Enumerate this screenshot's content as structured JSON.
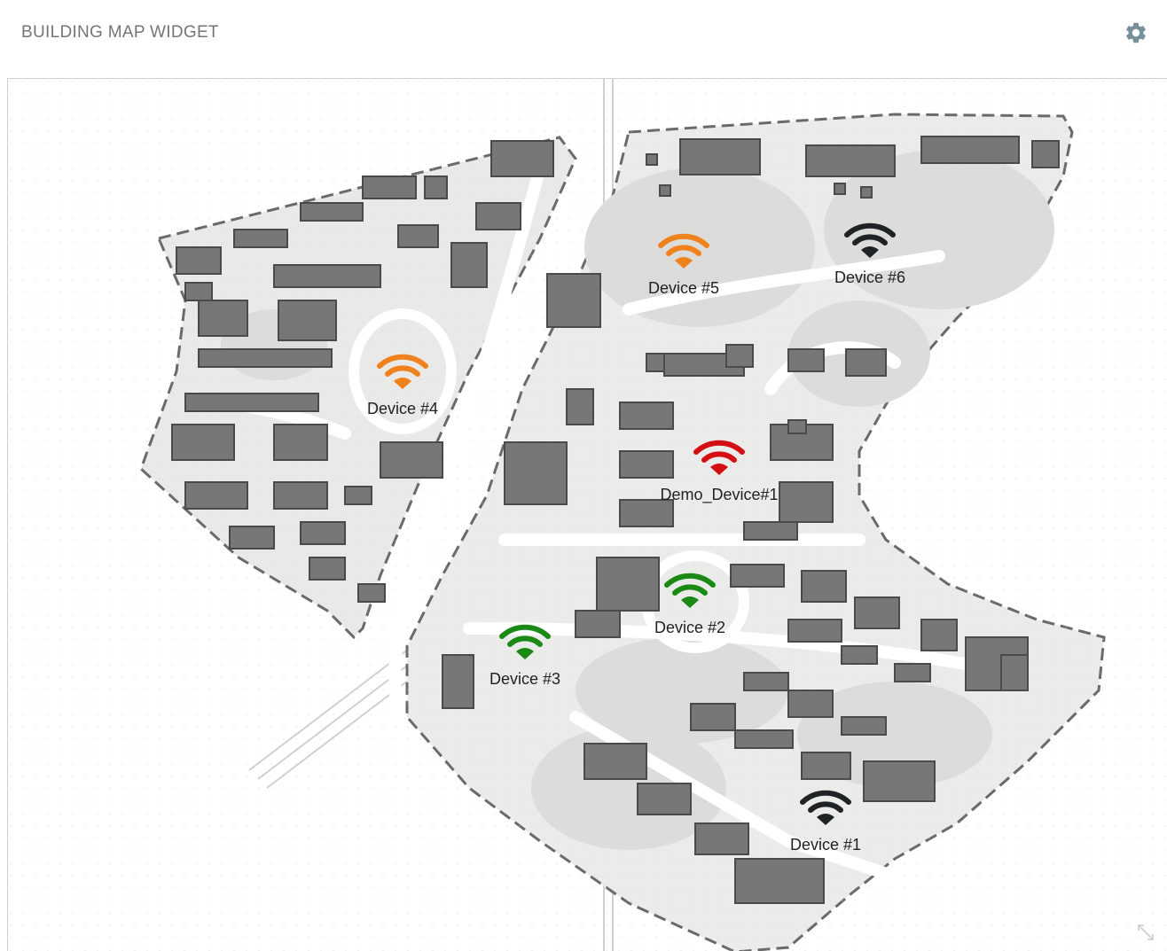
{
  "widget": {
    "title": "BUILDING MAP WIDGET",
    "settings_icon": "gear-icon"
  },
  "colors": {
    "orange": "#f0821e",
    "dark": "#1f2326",
    "red": "#d40f14",
    "green": "#1a8a14"
  },
  "devices": [
    {
      "label": "Device #5",
      "color": "#f0821e",
      "icon": "wifi-icon"
    },
    {
      "label": "Device #6",
      "color": "#1f2326",
      "icon": "wifi-icon"
    },
    {
      "label": "Device #4",
      "color": "#f0821e",
      "icon": "wifi-icon"
    },
    {
      "label": "Demo_Device#1",
      "color": "#d40f14",
      "icon": "wifi-icon"
    },
    {
      "label": "Device #2",
      "color": "#1a8a14",
      "icon": "wifi-icon"
    },
    {
      "label": "Device #3",
      "color": "#1a8a14",
      "icon": "wifi-icon"
    },
    {
      "label": "Device #1",
      "color": "#1f2326",
      "icon": "wifi-icon"
    }
  ]
}
